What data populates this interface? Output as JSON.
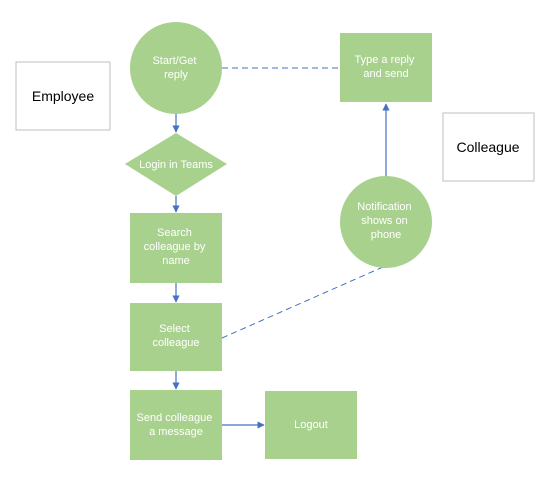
{
  "colors": {
    "node_fill": "#a9d18e",
    "node_text": "#ffffff",
    "connector": "#4472c4",
    "label_border": "#bfbfbf",
    "label_text": "#000000"
  },
  "labels": {
    "employee": "Employee",
    "colleague": "Colleague"
  },
  "nodes": {
    "start": [
      "Start/Get",
      "reply"
    ],
    "type_reply": [
      "Type a reply",
      "and send"
    ],
    "login": [
      "Login in Teams"
    ],
    "notification": [
      "Notification",
      "shows on",
      "phone"
    ],
    "search": [
      "Search",
      "colleague by",
      "name"
    ],
    "select": [
      "Select",
      "colleague"
    ],
    "send": [
      "Send colleague",
      "a message"
    ],
    "logout": [
      "Logout"
    ]
  }
}
